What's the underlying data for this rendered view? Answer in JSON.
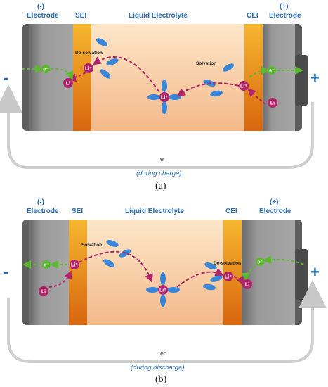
{
  "panels": [
    {
      "id": "a",
      "labels": {
        "neg_electrode_sign": "(-)",
        "neg_electrode": "Electrode",
        "sei": "SEI",
        "liquid_electrolyte": "Liquid Electrolyte",
        "cei": "CEI",
        "pos_electrode_sign": "(+)",
        "pos_electrode": "Electrode",
        "left_process": "De-solvation",
        "right_process": "Solvation",
        "minus": "-",
        "plus": "+",
        "electron_flow": "e⁻",
        "mode": "(during charge)",
        "caption": "(a)"
      },
      "ions": {
        "li_plus": "Li⁺",
        "li": "Li",
        "electron": "e⁻"
      }
    },
    {
      "id": "b",
      "labels": {
        "neg_electrode_sign": "(-)",
        "neg_electrode": "Electrode",
        "sei": "SEI",
        "liquid_electrolyte": "Liquid Electrolyte",
        "cei": "CEI",
        "pos_electrode_sign": "(+)",
        "pos_electrode": "Electrode",
        "left_process": "Solvation",
        "right_process": "De-solvation",
        "minus": "-",
        "plus": "+",
        "electron_flow": "e⁻",
        "mode": "(during discharge)",
        "caption": "(b)"
      },
      "ions": {
        "li_plus": "Li⁺",
        "li": "Li",
        "electron": "e⁻"
      }
    }
  ],
  "colors": {
    "electrode_gray": "#8a8a8a",
    "electrolyte": "#f7c89a",
    "interphase": "#f0a020",
    "solvent": "#3a86d8",
    "ion": "#b0246a",
    "electron": "#5cb82e",
    "text_blue": "#2b6cb0"
  }
}
